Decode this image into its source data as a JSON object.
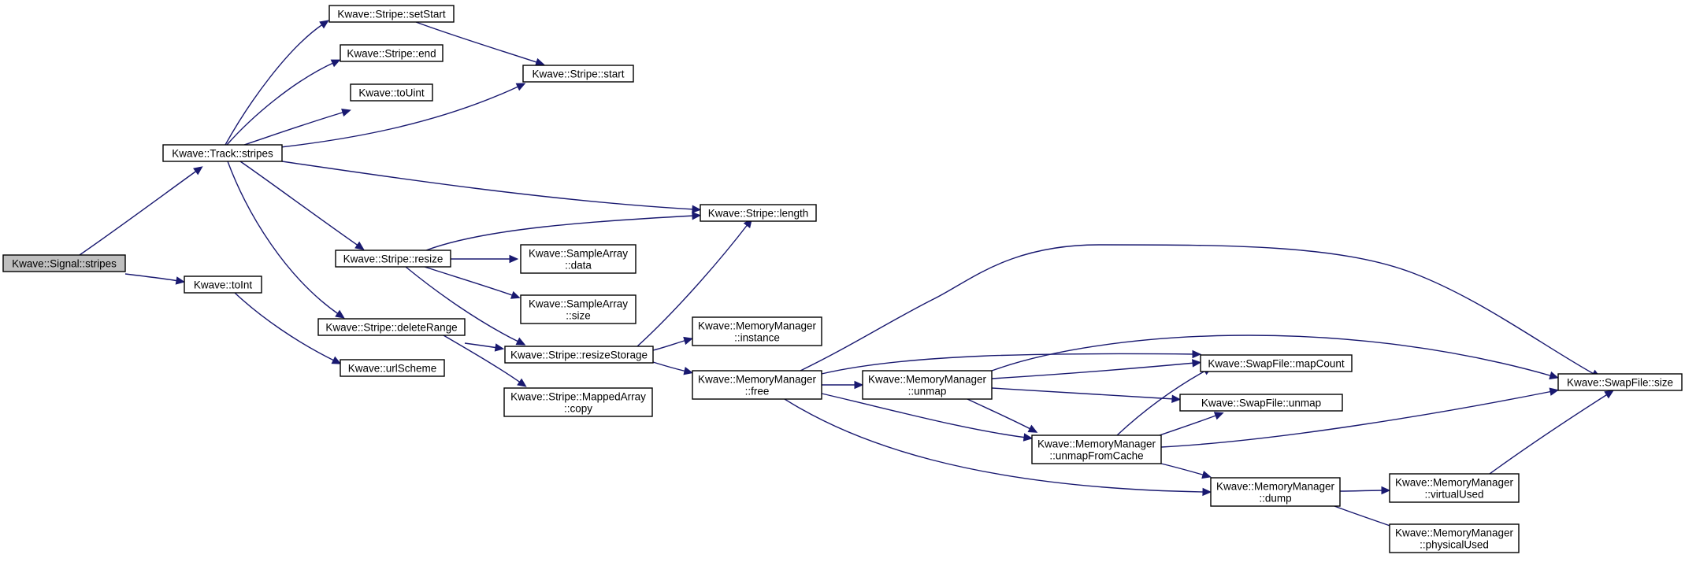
{
  "colors": {
    "edge": "#191970",
    "root_fill": "#bfbfbf",
    "node_fill": "#ffffff",
    "node_border": "#000000"
  },
  "nodes": {
    "signal_stripes": {
      "lines": [
        "Kwave::Signal::stripes"
      ]
    },
    "track_stripes": {
      "lines": [
        "Kwave::Track::stripes"
      ]
    },
    "to_int": {
      "lines": [
        "Kwave::toInt"
      ]
    },
    "stripe_set_start": {
      "lines": [
        "Kwave::Stripe::setStart"
      ]
    },
    "stripe_end": {
      "lines": [
        "Kwave::Stripe::end"
      ]
    },
    "to_uint": {
      "lines": [
        "Kwave::toUint"
      ]
    },
    "stripe_start": {
      "lines": [
        "Kwave::Stripe::start"
      ]
    },
    "stripe_length": {
      "lines": [
        "Kwave::Stripe::length"
      ]
    },
    "stripe_resize": {
      "lines": [
        "Kwave::Stripe::resize"
      ]
    },
    "sample_array_data": {
      "lines": [
        "Kwave::SampleArray",
        "::data"
      ]
    },
    "sample_array_size": {
      "lines": [
        "Kwave::SampleArray",
        "::size"
      ]
    },
    "stripe_delete_range": {
      "lines": [
        "Kwave::Stripe::deleteRange"
      ]
    },
    "stripe_resize_storage": {
      "lines": [
        "Kwave::Stripe::resizeStorage"
      ]
    },
    "url_scheme": {
      "lines": [
        "Kwave::urlScheme"
      ]
    },
    "mapped_array_copy": {
      "lines": [
        "Kwave::Stripe::MappedArray",
        "::copy"
      ]
    },
    "mm_instance": {
      "lines": [
        "Kwave::MemoryManager",
        "::instance"
      ]
    },
    "mm_free": {
      "lines": [
        "Kwave::MemoryManager",
        "::free"
      ]
    },
    "mm_unmap": {
      "lines": [
        "Kwave::MemoryManager",
        "::unmap"
      ]
    },
    "swapfile_mapcount": {
      "lines": [
        "Kwave::SwapFile::mapCount"
      ]
    },
    "swapfile_unmap": {
      "lines": [
        "Kwave::SwapFile::unmap"
      ]
    },
    "mm_unmap_from_cache": {
      "lines": [
        "Kwave::MemoryManager",
        "::unmapFromCache"
      ]
    },
    "mm_dump": {
      "lines": [
        "Kwave::MemoryManager",
        "::dump"
      ]
    },
    "swapfile_size": {
      "lines": [
        "Kwave::SwapFile::size"
      ]
    },
    "mm_virtual_used": {
      "lines": [
        "Kwave::MemoryManager",
        "::virtualUsed"
      ]
    },
    "mm_physical_used": {
      "lines": [
        "Kwave::MemoryManager",
        "::physicalUsed"
      ]
    }
  },
  "edges": [
    [
      "signal_stripes",
      "track_stripes"
    ],
    [
      "signal_stripes",
      "to_int"
    ],
    [
      "track_stripes",
      "stripe_set_start"
    ],
    [
      "track_stripes",
      "stripe_end"
    ],
    [
      "track_stripes",
      "to_uint"
    ],
    [
      "track_stripes",
      "stripe_start"
    ],
    [
      "track_stripes",
      "stripe_length"
    ],
    [
      "track_stripes",
      "stripe_resize"
    ],
    [
      "track_stripes",
      "stripe_delete_range"
    ],
    [
      "to_int",
      "url_scheme"
    ],
    [
      "stripe_set_start",
      "stripe_start"
    ],
    [
      "stripe_resize",
      "stripe_length"
    ],
    [
      "stripe_resize",
      "sample_array_data"
    ],
    [
      "stripe_resize",
      "sample_array_size"
    ],
    [
      "stripe_resize",
      "stripe_resize_storage"
    ],
    [
      "stripe_delete_range",
      "stripe_resize_storage"
    ],
    [
      "stripe_delete_range",
      "mapped_array_copy"
    ],
    [
      "stripe_resize_storage",
      "stripe_length"
    ],
    [
      "stripe_resize_storage",
      "mm_instance"
    ],
    [
      "stripe_resize_storage",
      "mm_free"
    ],
    [
      "mm_free",
      "swapfile_size"
    ],
    [
      "mm_free",
      "swapfile_mapcount"
    ],
    [
      "mm_free",
      "mm_unmap"
    ],
    [
      "mm_free",
      "mm_unmap_from_cache"
    ],
    [
      "mm_free",
      "mm_dump"
    ],
    [
      "mm_unmap",
      "swapfile_size"
    ],
    [
      "mm_unmap",
      "swapfile_mapcount"
    ],
    [
      "mm_unmap",
      "swapfile_unmap"
    ],
    [
      "mm_unmap",
      "mm_unmap_from_cache"
    ],
    [
      "mm_unmap_from_cache",
      "swapfile_mapcount"
    ],
    [
      "mm_unmap_from_cache",
      "swapfile_unmap"
    ],
    [
      "mm_unmap_from_cache",
      "swapfile_size"
    ],
    [
      "mm_unmap_from_cache",
      "mm_dump"
    ],
    [
      "mm_dump",
      "mm_virtual_used"
    ],
    [
      "mm_dump",
      "mm_physical_used"
    ],
    [
      "mm_virtual_used",
      "swapfile_size"
    ]
  ]
}
